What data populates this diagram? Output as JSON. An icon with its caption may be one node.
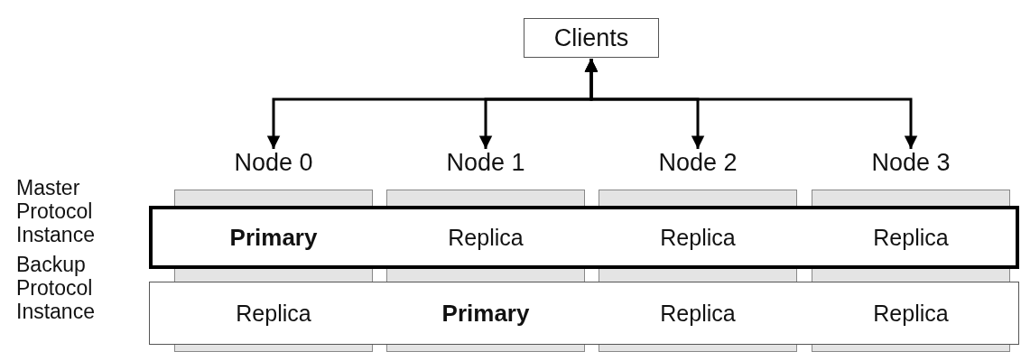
{
  "diagram": {
    "nodes": [
      {
        "text": [
          "Clients"
        ]
      },
      {
        "text": [
          "Node 0"
        ]
      },
      {
        "text": [
          "Node 1"
        ]
      },
      {
        "text": [
          "Node 2"
        ]
      },
      {
        "text": [
          "Node 3"
        ]
      },
      {
        "text": [],
        "shape": "box",
        "beside": [
          "Master Protocol Instance"
        ]
      },
      {
        "text": [
          "**Primary**"
        ]
      },
      {
        "text": [
          "Replica"
        ]
      },
      {
        "text": [
          "Replica"
        ]
      },
      {
        "text": [
          "Replica"
        ]
      },
      {
        "text": [],
        "shape": "box",
        "beside": [
          "Backup Protocol Instance"
        ]
      },
      {
        "text": [
          "Replica"
        ]
      },
      {
        "text": [
          "**Primary**"
        ]
      },
      {
        "text": [
          "Replica"
        ]
      },
      {
        "text": [
          "Replica"
        ]
      }
    ],
    "edges": [
      {
        "from": 0,
        "to": 1,
        "arrow": "both"
      },
      {
        "from": 0,
        "to": 2,
        "arrow": "both"
      },
      {
        "from": 0,
        "to": 3,
        "arrow": "both"
      },
      {
        "from": 0,
        "to": 4,
        "arrow": "both"
      }
    ]
  }
}
